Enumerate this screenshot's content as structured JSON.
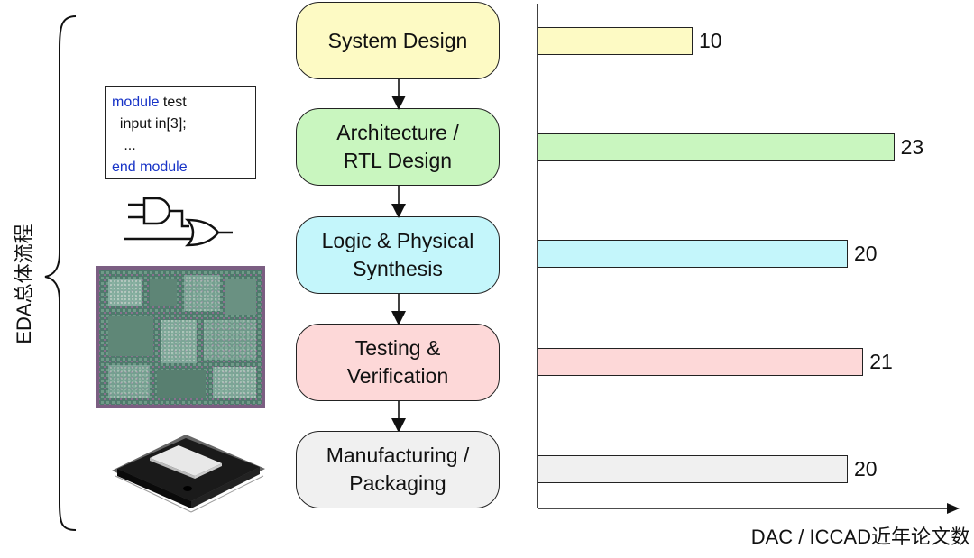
{
  "side_label": "EDA总体流程",
  "code_block": {
    "line1_kw": "module",
    "line1_rest": " test",
    "line2": "  input in[3];",
    "line3": "   ...",
    "line4_kw": "end module"
  },
  "steps": [
    {
      "label": "System Design",
      "color": "#fdfac4"
    },
    {
      "label": "Architecture /\nRTL Design",
      "color": "#c9f6bf"
    },
    {
      "label": "Logic & Physical\nSynthesis",
      "color": "#c4f6fb"
    },
    {
      "label": "Testing &\nVerification",
      "color": "#fdd8d8"
    },
    {
      "label": "Manufacturing /\nPackaging",
      "color": "#f0f0f0"
    }
  ],
  "chart_data": {
    "type": "bar",
    "orientation": "horizontal",
    "categories": [
      "System Design",
      "Architecture / RTL Design",
      "Logic & Physical Synthesis",
      "Testing & Verification",
      "Manufacturing / Packaging"
    ],
    "values": [
      10,
      23,
      20,
      21,
      20
    ],
    "colors": [
      "#fdfac4",
      "#c9f6bf",
      "#c4f6fb",
      "#fdd8d8",
      "#f0f0f0"
    ],
    "xlabel": "DAC / ICCAD近年论文数",
    "xlim": [
      0,
      25
    ]
  }
}
